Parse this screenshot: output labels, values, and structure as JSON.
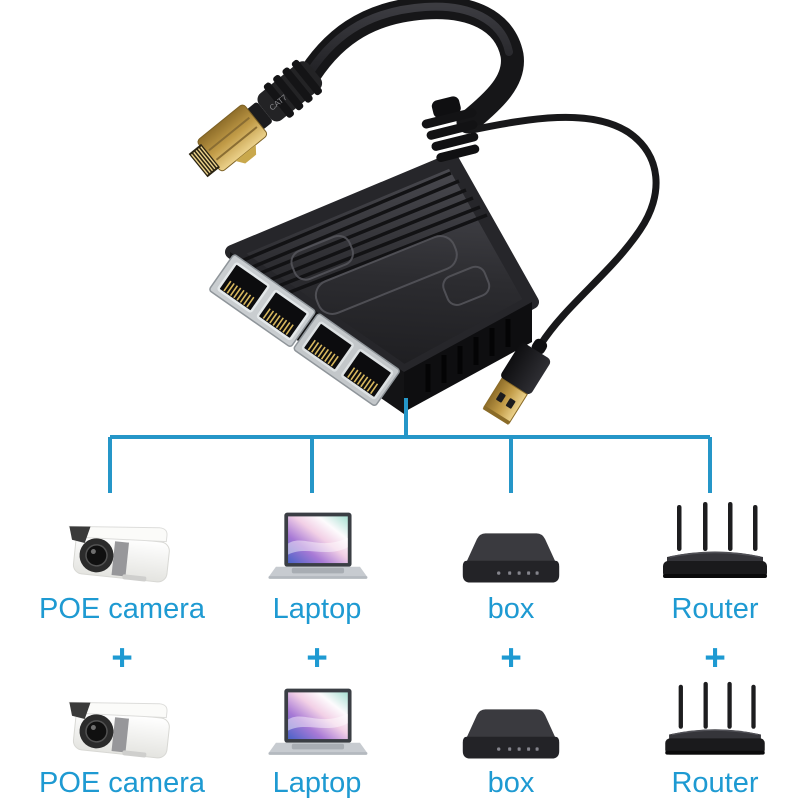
{
  "theme": {
    "background": "#FFFFFF",
    "accent": "#1E9AD2",
    "line_color": "#2596C8"
  },
  "product": {
    "name": "rj45-1-to-4-ethernet-splitter",
    "plug_marking": "CAT7",
    "colors": {
      "body": "#232326",
      "cable": "#1A1A1C",
      "gold": "#C9A24B",
      "port_bezel": "#C9CDD0"
    }
  },
  "tree": {
    "branches": 4
  },
  "plus_sign": "+",
  "columns": [
    {
      "id": "poe-camera",
      "label": "POE camera"
    },
    {
      "id": "laptop",
      "label": "Laptop"
    },
    {
      "id": "box",
      "label": "box"
    },
    {
      "id": "router",
      "label": "Router"
    }
  ]
}
